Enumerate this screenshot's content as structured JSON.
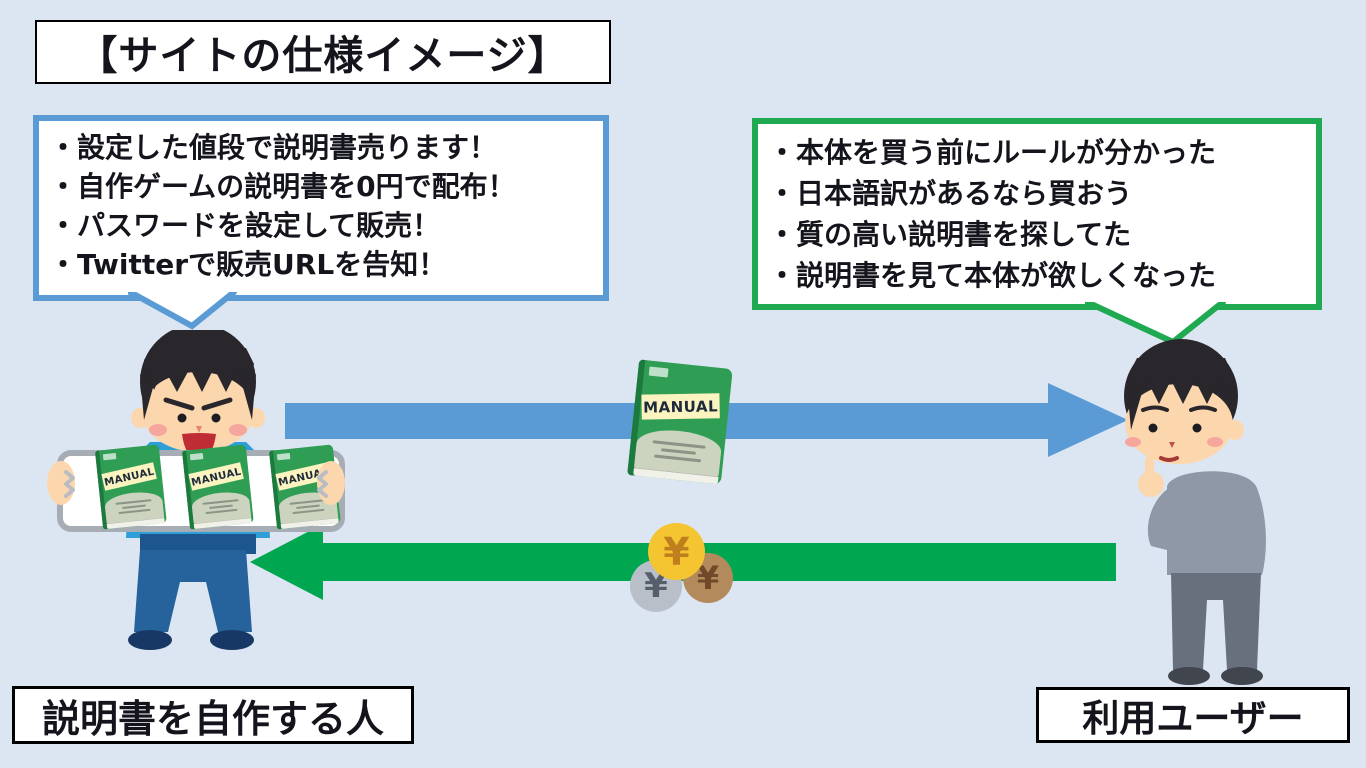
{
  "title": "【サイトの仕様イメージ】",
  "creator_bubble": {
    "items": [
      "・設定した値段で説明書売ります！",
      "・自作ゲームの説明書を0円で配布！",
      "・パスワードを設定して販売！",
      "・Twitterで販売URLを告知！"
    ]
  },
  "user_bubble": {
    "items": [
      "・本体を買う前にルールが分かった",
      "・日本語訳があるなら買おう",
      "・質の高い説明書を探してた",
      "・説明書を見て本体が欲しくなった"
    ]
  },
  "manual_book": {
    "cover_label": "MANUAL"
  },
  "coins": {
    "currency_symbol": "¥"
  },
  "creator_label": "説明書を自作する人",
  "user_label": "利用ユーザー",
  "colors": {
    "background": "#dce6f2",
    "blue_accent": "#5b9bd5",
    "green_bubble_border": "#1faa52",
    "green_arrow": "#00a650",
    "manual_green": "#2f9e54",
    "coin_gold": "#f4c431",
    "coin_silver": "#b9bfc9",
    "coin_bronze": "#b28a5c"
  }
}
